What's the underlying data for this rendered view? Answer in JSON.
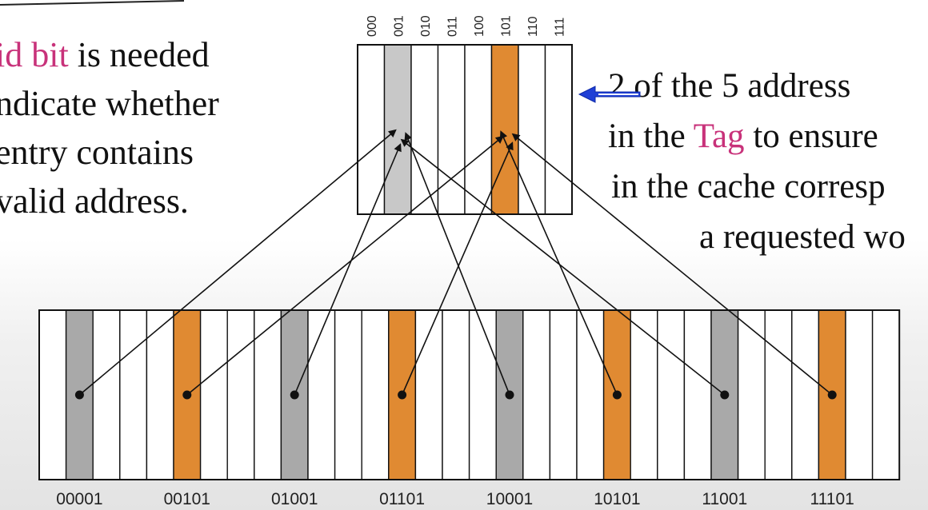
{
  "left_text": {
    "line1_highlight": "id bit",
    "line1_rest": " is needed",
    "line2": "ndicate whether",
    "line3": "entry contains",
    "line4": "valid address."
  },
  "right_text": {
    "line1": "2 of the 5 address",
    "line2_prefix": "in the ",
    "line2_highlight": "Tag",
    "line2_rest": " to ensure",
    "line3": "in the cache corresp",
    "line4": "a requested wo"
  },
  "cache": {
    "index_labels": [
      "000",
      "001",
      "010",
      "011",
      "100",
      "101",
      "110",
      "111"
    ],
    "highlighted": {
      "001": "gray",
      "101": "orange"
    }
  },
  "memory": {
    "slot_count": 32,
    "address_labels": [
      "00001",
      "00101",
      "01001",
      "01101",
      "10001",
      "10101",
      "11001",
      "11101"
    ],
    "mapped_to": [
      "001",
      "101",
      "001",
      "101",
      "001",
      "101",
      "001",
      "101"
    ]
  },
  "colors": {
    "orange": "#e08a32",
    "gray": "#c8c8c8",
    "darkgray": "#a9a9a9",
    "pink": "#c8327a",
    "blue": "#1f3fd6"
  }
}
